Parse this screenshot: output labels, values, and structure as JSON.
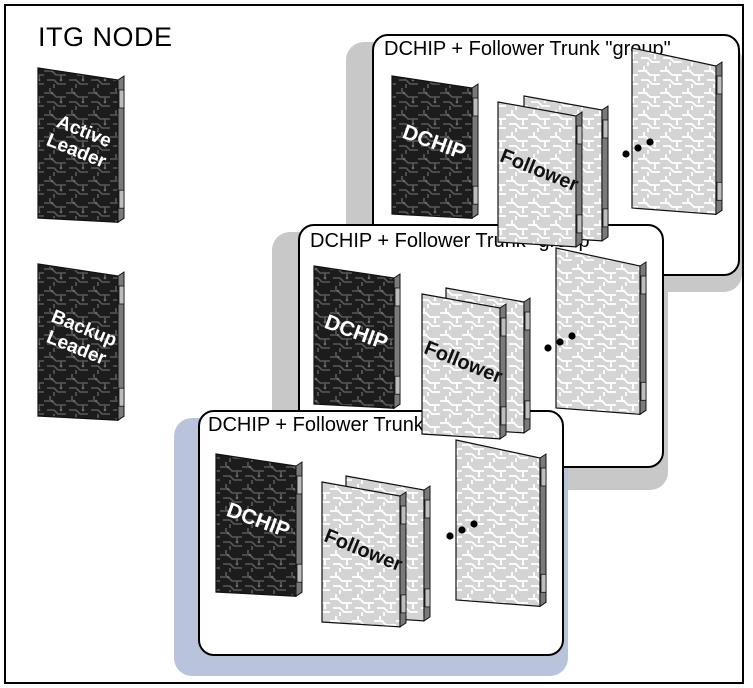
{
  "node": {
    "title": "ITG NODE"
  },
  "leaders": [
    {
      "name": "active-leader",
      "lines": [
        "Active",
        "Leader"
      ]
    },
    {
      "name": "backup-leader",
      "lines": [
        "Backup",
        "Leader"
      ]
    }
  ],
  "groups": [
    {
      "label": "DCHIP + Follower Trunk \"group\"",
      "dchip_label": "DCHIP",
      "follower_label": "Follower"
    },
    {
      "label": "DCHIP + Follower Trunk \"group\"",
      "dchip_label": "DCHIP",
      "follower_label": "Follower"
    },
    {
      "label": "DCHIP + Follower Trunk \"group\"",
      "dchip_label": "DCHIP",
      "follower_label": "Follower"
    }
  ],
  "colors": {
    "dark_card": "#1c1c1c",
    "light_card": "#d4d4d4",
    "front_shadow": "#b9c4dc",
    "group_shadow": "#c8c8c8",
    "circuit_dark": "#5a5a5a",
    "circuit_light": "#ffffff"
  }
}
